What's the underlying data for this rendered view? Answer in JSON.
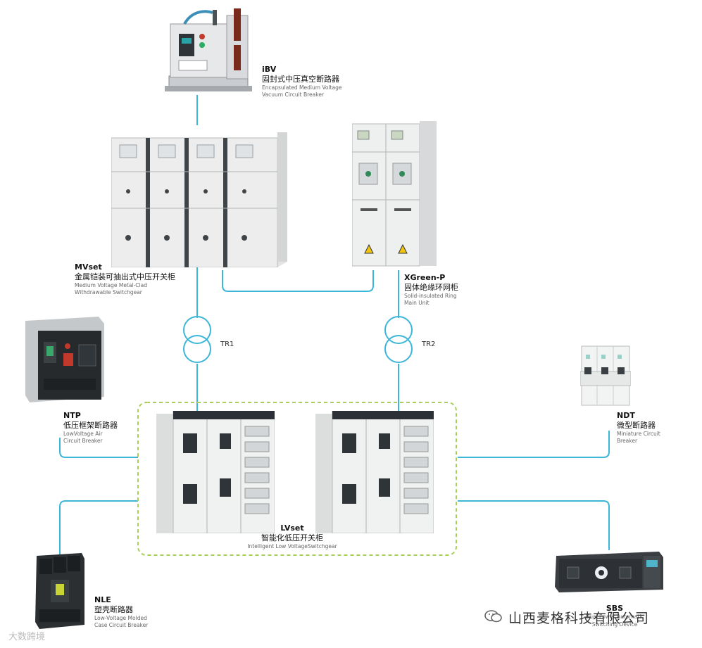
{
  "devices": {
    "ibv": {
      "code": "iBV",
      "cn": "固封式中压真空断路器",
      "en1": "Encapsulated Medium Voltage",
      "en2": "Vacuum Circuit Breaker"
    },
    "mvset": {
      "code": "MVset",
      "cn": "金属铠装可抽出式中压开关柜",
      "en1": "Medium Voltage Metal-Clad",
      "en2": "Withdrawable Switchgear"
    },
    "xgreen": {
      "code": "XGreen-P",
      "cn": "固体绝缘环网柜",
      "en1": "Solid-insulated Ring",
      "en2": "Main Unit"
    },
    "ntp": {
      "code": "NTP",
      "cn": "低压框架断路器",
      "en1": "LowVoltage Air",
      "en2": "Circuit Breaker"
    },
    "ndt": {
      "code": "NDT",
      "cn": "微型断路器",
      "en1": "Miniature Circuit",
      "en2": "Breaker"
    },
    "lvset": {
      "code": "LVset",
      "cn": "智能化低压开关柜",
      "en1": "Intelligent Low VoltageSwitchgear"
    },
    "nle": {
      "code": "NLE",
      "cn": "塑壳断路器",
      "en1": "Low-Voltage Molded",
      "en2": "Case Circuit Breaker"
    },
    "sbs": {
      "code": "SBS",
      "cn": "",
      "en1": "Dual Power Automatic",
      "en2": "Switching Device"
    }
  },
  "transformers": {
    "tr1": "TR1",
    "tr2": "TR2"
  },
  "watermark": {
    "company": "山西麦格科技有限公司",
    "corner": "大数跨境"
  },
  "colors": {
    "wire": "#3db6d8",
    "group_border": "#a9cf5a"
  }
}
